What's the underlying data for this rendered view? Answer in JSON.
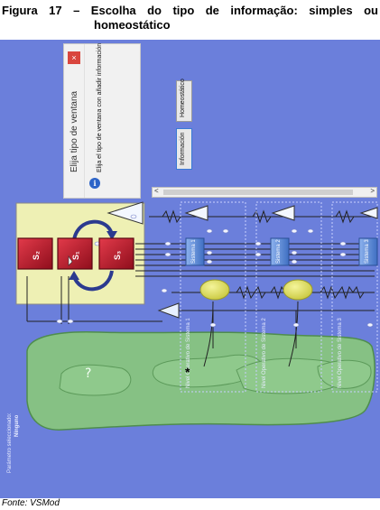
{
  "figure_caption": {
    "line1": "Figura  17  –  Escolha  do  tipo  de  informação:  simples  ou",
    "line2": "homeostático"
  },
  "dialog": {
    "title": "Elija tipo de ventana",
    "close_symbol": "×",
    "question": "Elija el tipo de ventana con añadir información",
    "button_information": "Información",
    "button_homeostatic": "Homeostático"
  },
  "model": {
    "nodes": [
      "S₂",
      "S₁",
      "S₃"
    ],
    "blocks": [
      "Sistema 1",
      "Sistema 2",
      "Sistema 3"
    ],
    "objective_labels": [
      "Nivel Operativo de Sistema 1",
      "Nivel Operativo de Sistema 2",
      "Nivel Operativo de Sistema 3"
    ],
    "env_mark": "?",
    "asterisk": "*",
    "status_label": "Parámetro seleccionado:",
    "status_value": "Ninguno"
  },
  "source_note": "Fonte: VSMod",
  "colors": {
    "background": "#6b7fdb",
    "environment": "#86c184",
    "node_red": "#c41e2e",
    "panel_yellow": "#eef0b4",
    "block_blue": "#5f8fd6",
    "ellipse_yellow": "#dede5a"
  }
}
